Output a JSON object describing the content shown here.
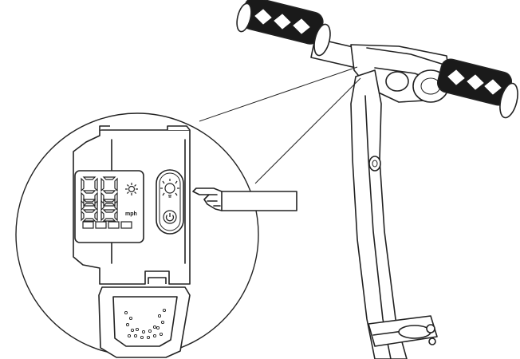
{
  "display": {
    "digits_top": "88",
    "digits_bottom": "88",
    "unit": "mph",
    "battery_bars": 4
  },
  "icons": {
    "display_brightness": "sun-icon",
    "button_light": "light-icon",
    "button_power": "power-icon",
    "pointer": "hand-pointer-icon"
  },
  "colors": {
    "line": "#222222",
    "grip_pattern": "#1a1a1a",
    "background": "#ffffff"
  }
}
